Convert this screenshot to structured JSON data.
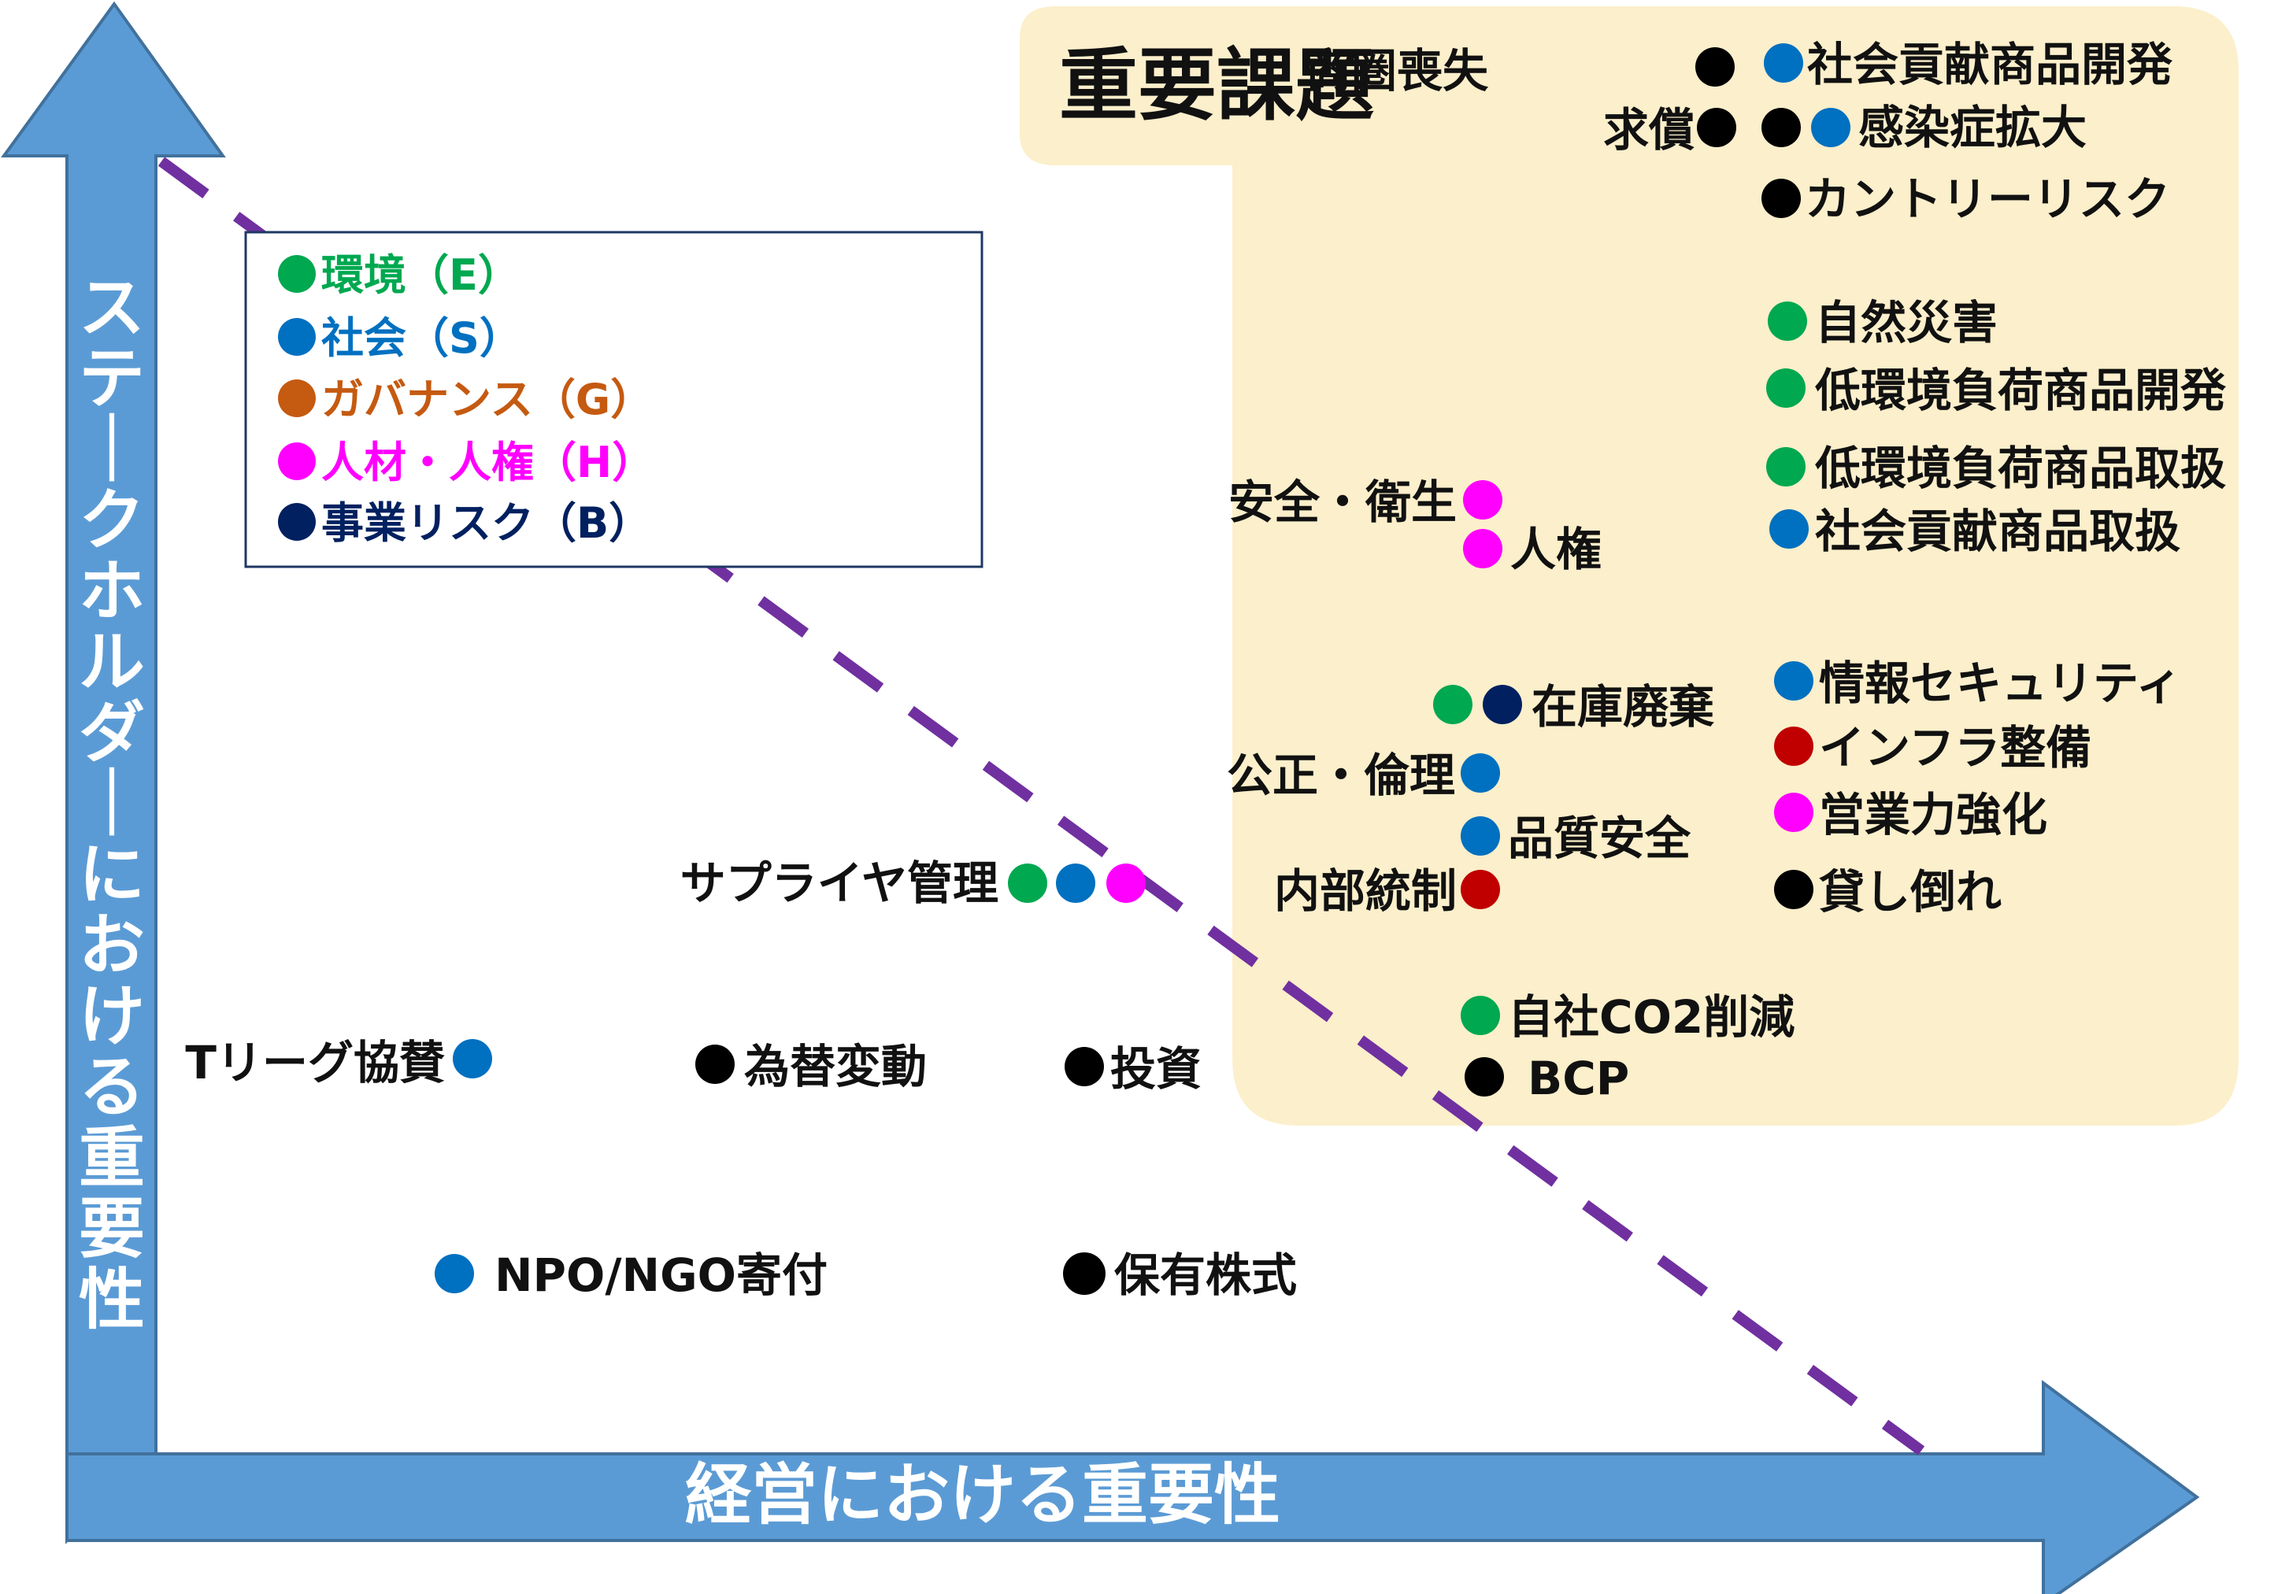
{
  "colors": {
    "environment": "#00A850",
    "social": "#0070C0",
    "governance": "#C55A11",
    "people": "#FF00FF",
    "business_risk": "#002060",
    "red": "#C00000",
    "black": "#000000",
    "axis": "#5B9BD5",
    "axis_border": "#41719C",
    "highlight": "#FCEFCB",
    "dashed_line": "#7030A0"
  },
  "title": "重要課題",
  "x_axis_label": "経営における重要性",
  "y_axis_label": "ステークホルダーにおける重要性",
  "legend": [
    {
      "text": "環境（E）",
      "color": "#00A850"
    },
    {
      "text": "社会（S）",
      "color": "#0070C0"
    },
    {
      "text": "ガバナンス（G）",
      "color": "#C55A11"
    },
    {
      "text": "人材・人権（H）",
      "color": "#FF00FF"
    },
    {
      "text": "事業リスク（B）",
      "color": "#002060"
    }
  ],
  "items": {
    "shoken_soshitsu": "商圏喪失",
    "shakai_koken_kaihatsu": "社会貢献商品開発",
    "kyusho": "求償",
    "kansensho": "感染症拡大",
    "country_risk": "カントリーリスク",
    "shizen_saigai": "自然災害",
    "teikankyo_kaihatsu": "低環境負荷商品開発",
    "teikankyo_toriatsukai": "低環境負荷商品取扱",
    "anzen_eisei": "安全・衛生",
    "jinken": "人権",
    "shakai_koken_toriatsukai": "社会貢献商品取扱",
    "zaiko_haiki": "在庫廃棄",
    "joho_security": "情報セキュリティ",
    "kosei_rinri": "公正・倫理",
    "infra": "インフラ整備",
    "hinshitsu_anzen": "品質安全",
    "eigyoryoku": "営業力強化",
    "naibu_tosei": "内部統制",
    "kashidaore": "貸し倒れ",
    "supplier": "サプライヤ管理",
    "co2": "自社CO2削減",
    "bcp": "BCP",
    "tleague": "Tリーグ協賛",
    "kawase": "為替変動",
    "toshi": "投資",
    "npo": "NPO/NGO寄付",
    "hoyu_kabushiki": "保有株式"
  }
}
